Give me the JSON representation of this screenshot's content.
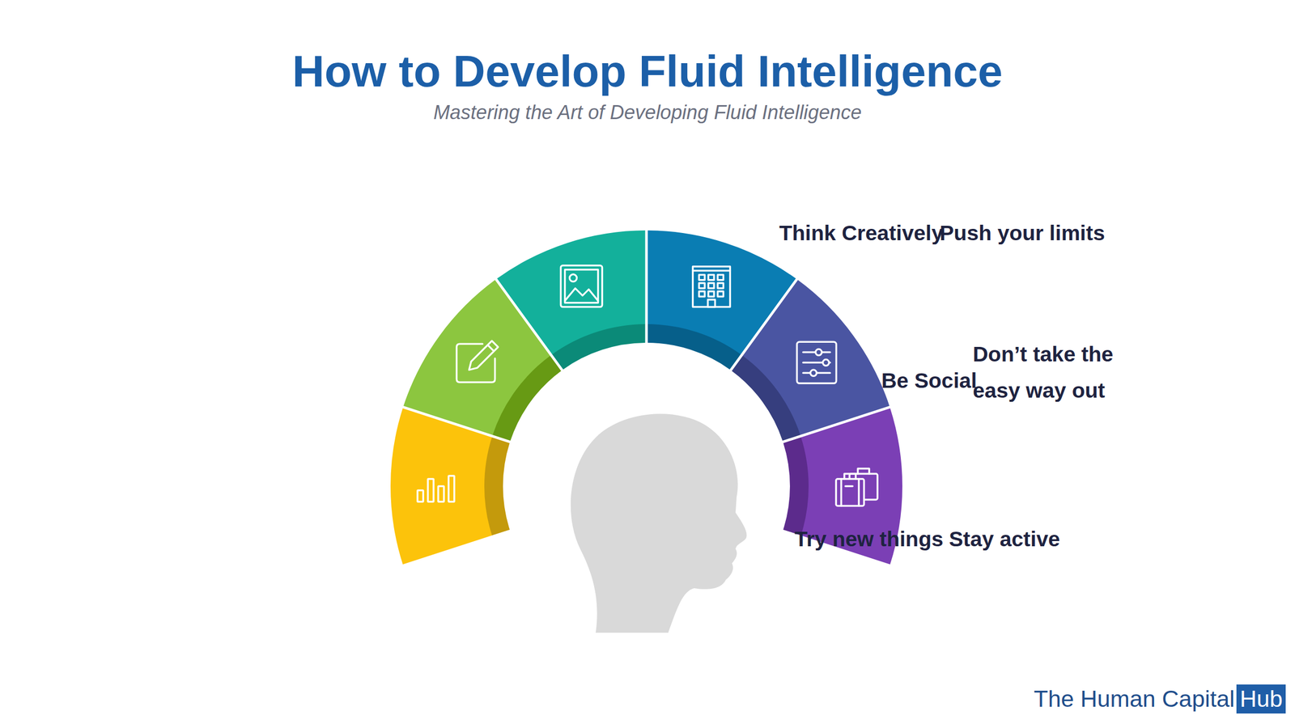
{
  "diagram": {
    "title": "How to Develop Fluid Intelligence",
    "caption": "Mastering the Art of Developing Fluid Intelligence",
    "labels": [
      "Think Creatively",
      "Push your limits",
      "Be Social",
      "Don’t take the easy way out",
      "Try new things",
      "Stay active",
      "The Human Capital",
      "Hub"
    ]
  }
}
